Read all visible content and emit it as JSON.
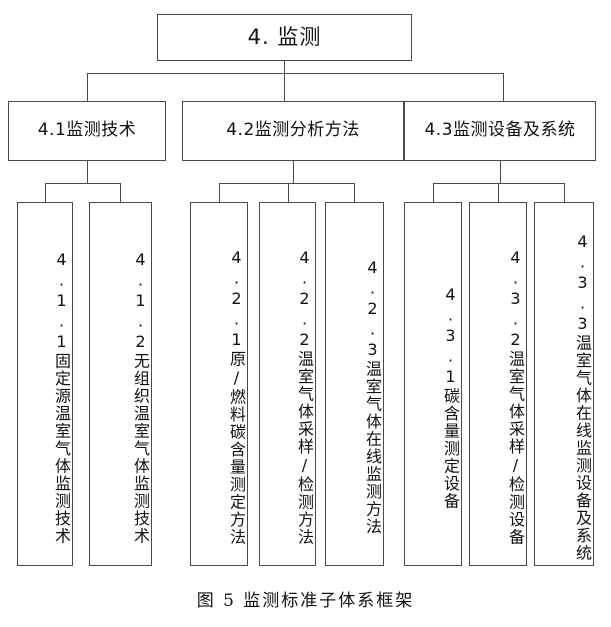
{
  "figure": {
    "caption": "图 5 监测标准子体系框架",
    "colors": {
      "line": "#4a4a4a",
      "text": "#111111",
      "background": "#ffffff"
    }
  },
  "diagram": {
    "type": "tree",
    "root": {
      "label": "4. 监测"
    },
    "branches": [
      {
        "label": "4.1监测技术",
        "children": [
          {
            "label": "4.1.1固定源温室气体监测技术"
          },
          {
            "label": "4.1.2无组织温室气体监测技术"
          }
        ]
      },
      {
        "label": "4.2监测分析方法",
        "children": [
          {
            "label": "4.2.1原/燃料碳含量测定方法"
          },
          {
            "label": "4.2.2温室气体采样/检测方法"
          },
          {
            "label": "4.2.3温室气体在线监测方法"
          }
        ]
      },
      {
        "label": "4.3监测设备及系统",
        "children": [
          {
            "label": "4.3.1碳含量测定设备"
          },
          {
            "label": "4.3.2温室气体采样/检测设备"
          },
          {
            "label": "4.3.3温室气体在线监测设备及系统"
          }
        ]
      }
    ]
  }
}
